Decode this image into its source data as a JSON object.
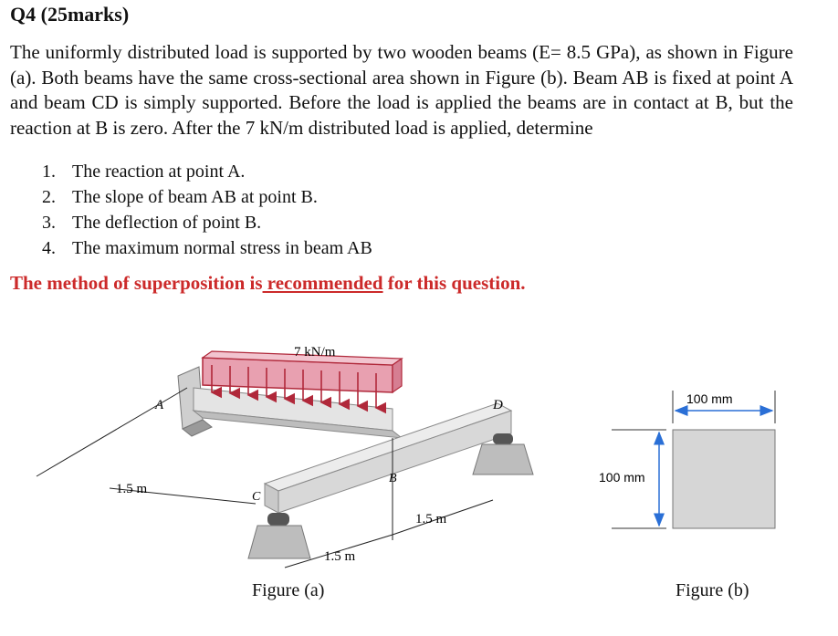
{
  "question": {
    "title": "Q4 (25marks)",
    "paragraph": "The uniformly distributed load is supported by two wooden beams (E= 8.5 GPa), as shown in Figure (a). Both beams have the same cross-sectional area shown in Figure (b). Beam AB is fixed at point A and beam CD is simply supported. Before the load is applied the beams are in contact at B, but the reaction at B is zero. After the 7 kN/m distributed load is applied, determine",
    "items": [
      {
        "num": "1.",
        "text": "The reaction at point A."
      },
      {
        "num": "2.",
        "text": "The slope of beam AB at point B."
      },
      {
        "num": "3.",
        "text": "The deflection of point B."
      },
      {
        "num": "4.",
        "text": "The maximum normal stress in beam AB"
      }
    ],
    "note_pre": "The method of superposition is",
    "note_underlined": " recommended",
    "note_post": " for this question."
  },
  "figure_a": {
    "load_label": "7 kN/m",
    "point_a": "A",
    "point_b": "B",
    "point_c": "C",
    "point_d": "D",
    "dim_ab": "1.5 m",
    "dim_cb": "1.5 m",
    "dim_bd": "1.5 m",
    "caption": "Figure (a)"
  },
  "figure_b": {
    "width_label": "100 mm",
    "height_label": "100 mm",
    "caption": "Figure (b)"
  },
  "colors": {
    "load_fill": "#e8a0b0",
    "load_stroke": "#b0283a",
    "note_red": "#cc2a2a",
    "section_fill": "#d6d6d6",
    "dim_blue": "#2a6fd6"
  }
}
